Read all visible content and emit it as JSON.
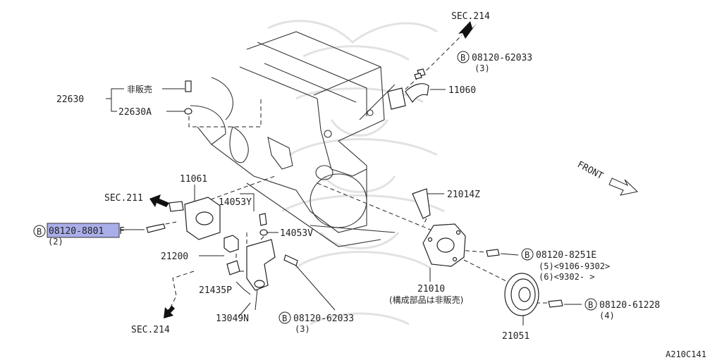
{
  "sec_214_top": "SEC.214",
  "sec_211": "SEC.211",
  "sec_214_bottom": "SEC.214",
  "front": "FRONT",
  "circled_b": "B",
  "p22630": "22630",
  "p22630_hibanbai": "非販売",
  "p22630a": "22630A",
  "p11060": "11060",
  "bolt_top": "08120-62033",
  "bolt_top_qty": "(3)",
  "p11061": "11061",
  "p14053y": "14053Y",
  "p14053v": "14053V",
  "p21014z": "21014Z",
  "bolt_left_highlight": "08120-8801",
  "bolt_left_suffix": "F",
  "bolt_left_qty": "(2)",
  "p21200": "21200",
  "p21435p": "21435P",
  "p13049n": "13049N",
  "bolt_bottom": "08120-62033",
  "bolt_bottom_qty": "(3)",
  "p21010": "21010",
  "p21010_note": "(構成部品は非販売)",
  "bolt_right": "08120-8251E",
  "bolt_right_line2": "(5)<9106-9302>",
  "bolt_right_line3": "(6)<9302-      >",
  "bolt_pulley": "08120-61228",
  "bolt_pulley_qty": "(4)",
  "p21051": "21051",
  "diagram_id": "A210C141",
  "colors": {
    "highlight": "#aaaee8",
    "ink": "#222222"
  }
}
